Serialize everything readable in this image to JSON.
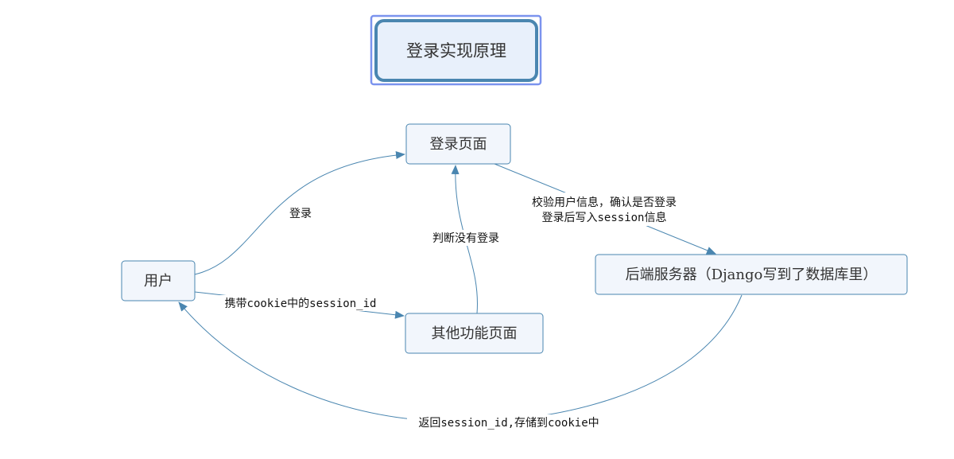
{
  "title": "登录实现原理",
  "nodes": {
    "login_page": "登录页面",
    "user": "用户",
    "other_page": "其他功能页面",
    "backend": "后端服务器（Django写到了数据库里）"
  },
  "edges": {
    "user_to_login": "登录",
    "login_to_backend_line1": "校验用户信息，确认是否登录",
    "login_to_backend_line2": "登录后写入session信息",
    "user_to_other": "携带cookie中的session_id",
    "other_to_login": "判断没有登录",
    "backend_to_user": "返回session_id,存储到cookie中"
  },
  "colors": {
    "stroke": "#4a86b0",
    "node_fill": "#f2f6fc",
    "title_frame": "#7b93ee"
  }
}
